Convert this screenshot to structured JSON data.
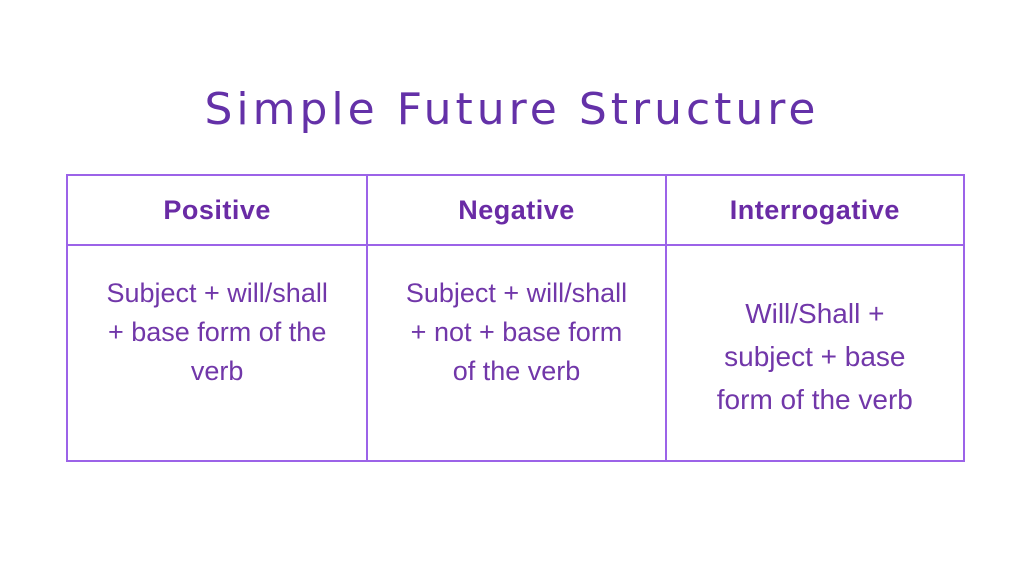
{
  "title": "Simple Future Structure",
  "colors": {
    "title_color": "#6431a8",
    "header_text": "#6a2ba5",
    "cell_text": "#7137a9",
    "border_color": "#9c63e8",
    "bg": "#ffffff"
  },
  "table": {
    "columns": [
      {
        "header": "Positive",
        "text": "Subject + will/shall + base form of the verb",
        "lines": [
          "Subject + will/shall",
          "+ base form of the",
          "verb"
        ]
      },
      {
        "header": "Negative",
        "text": "Subject + will/shall + not + base form of the verb",
        "lines": [
          "Subject + will/shall",
          "+ not + base form",
          "of the verb"
        ]
      },
      {
        "header": "Interrogative",
        "text": "Will/Shall + subject + base form of the verb",
        "lines": [
          "Will/Shall +",
          "subject + base",
          "form of the verb"
        ]
      }
    ]
  }
}
